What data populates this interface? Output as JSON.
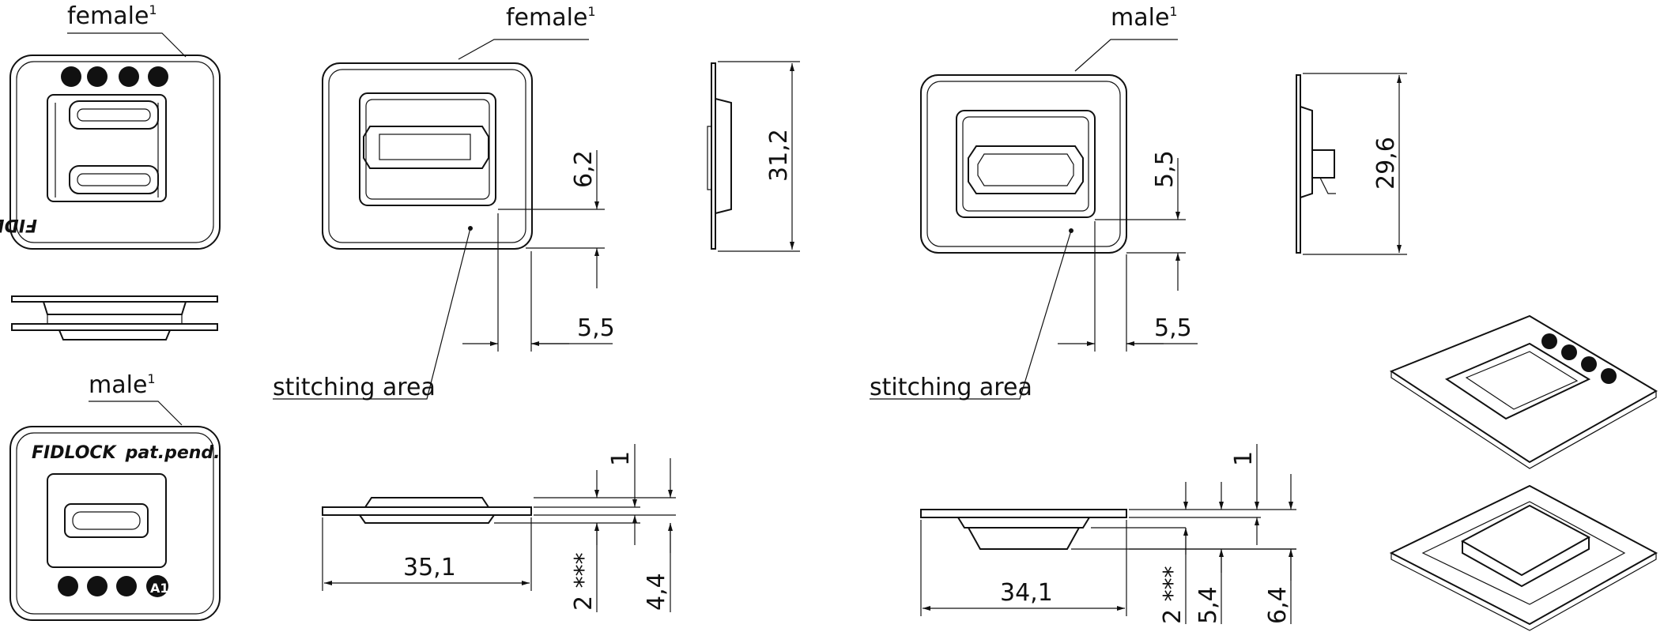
{
  "labels": {
    "female": "female",
    "male": "male",
    "footnote": "1",
    "stitching_area": "stitching area",
    "brand": "FIDLOCK",
    "patent": "pat.pend.",
    "badge": "A1"
  },
  "dimensions": {
    "female": {
      "height": "31,2",
      "offset_vertical": "6,2",
      "offset_horizontal": "5,5",
      "width": "35,1",
      "thickness_top": "1",
      "thickness_bottom": "2 ***",
      "thickness_total": "4,4"
    },
    "male": {
      "height": "29,6",
      "offset_vertical": "5,5",
      "offset_horizontal": "5,5",
      "width": "34,1",
      "thickness_top": "1",
      "thickness_bottom": "2 ***",
      "thickness_mid": "5,4",
      "thickness_total": "6,4"
    }
  }
}
